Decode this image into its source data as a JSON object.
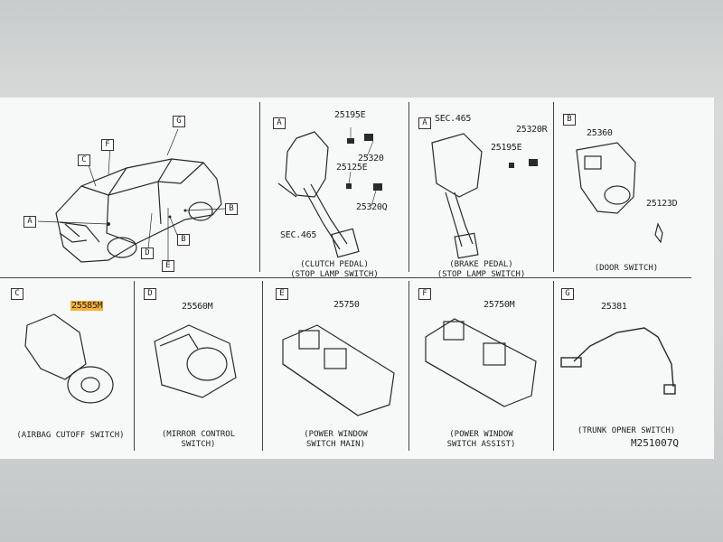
{
  "overview": {
    "callouts": [
      "G",
      "F",
      "C",
      "A",
      "D",
      "E",
      "B",
      "B"
    ]
  },
  "panels": [
    {
      "id": "clutch",
      "letter": "A",
      "parts": [
        "25195E",
        "25320",
        "25125E",
        "25320Q",
        "SEC.465"
      ],
      "caption": [
        "(CLUTCH PEDAL)",
        "(STOP LAMP SWITCH)"
      ]
    },
    {
      "id": "brake",
      "letter": "A",
      "parts": [
        "SEC.465",
        "25320R",
        "25195E"
      ],
      "caption": [
        "(BRAKE PEDAL)",
        "(STOP LAMP SWITCH)"
      ]
    },
    {
      "id": "door",
      "letter": "B",
      "parts": [
        "25360",
        "25123D"
      ],
      "caption": [
        "(DOOR SWITCH)"
      ]
    },
    {
      "id": "airbag",
      "letter": "C",
      "parts": [
        "25585M"
      ],
      "caption": [
        "(AIRBAG CUTOFF SWITCH)"
      ]
    },
    {
      "id": "mirror",
      "letter": "D",
      "parts": [
        "25560M"
      ],
      "caption": [
        "(MIRROR CONTROL",
        "SWITCH)"
      ]
    },
    {
      "id": "pwmain",
      "letter": "E",
      "parts": [
        "25750"
      ],
      "caption": [
        "(POWER WINDOW",
        "SWITCH MAIN)"
      ]
    },
    {
      "id": "pwassist",
      "letter": "F",
      "parts": [
        "25750M"
      ],
      "caption": [
        "(POWER WINDOW",
        "SWITCH ASSIST)"
      ]
    },
    {
      "id": "trunk",
      "letter": "G",
      "parts": [
        "25381"
      ],
      "caption": [
        "(TRUNK OPNER SWITCH)"
      ]
    }
  ],
  "diagram_code": "M251007Q",
  "colors": {
    "highlight": "#f5b03a",
    "ink": "#2a2a2a",
    "paper": "#f7f8f8"
  }
}
